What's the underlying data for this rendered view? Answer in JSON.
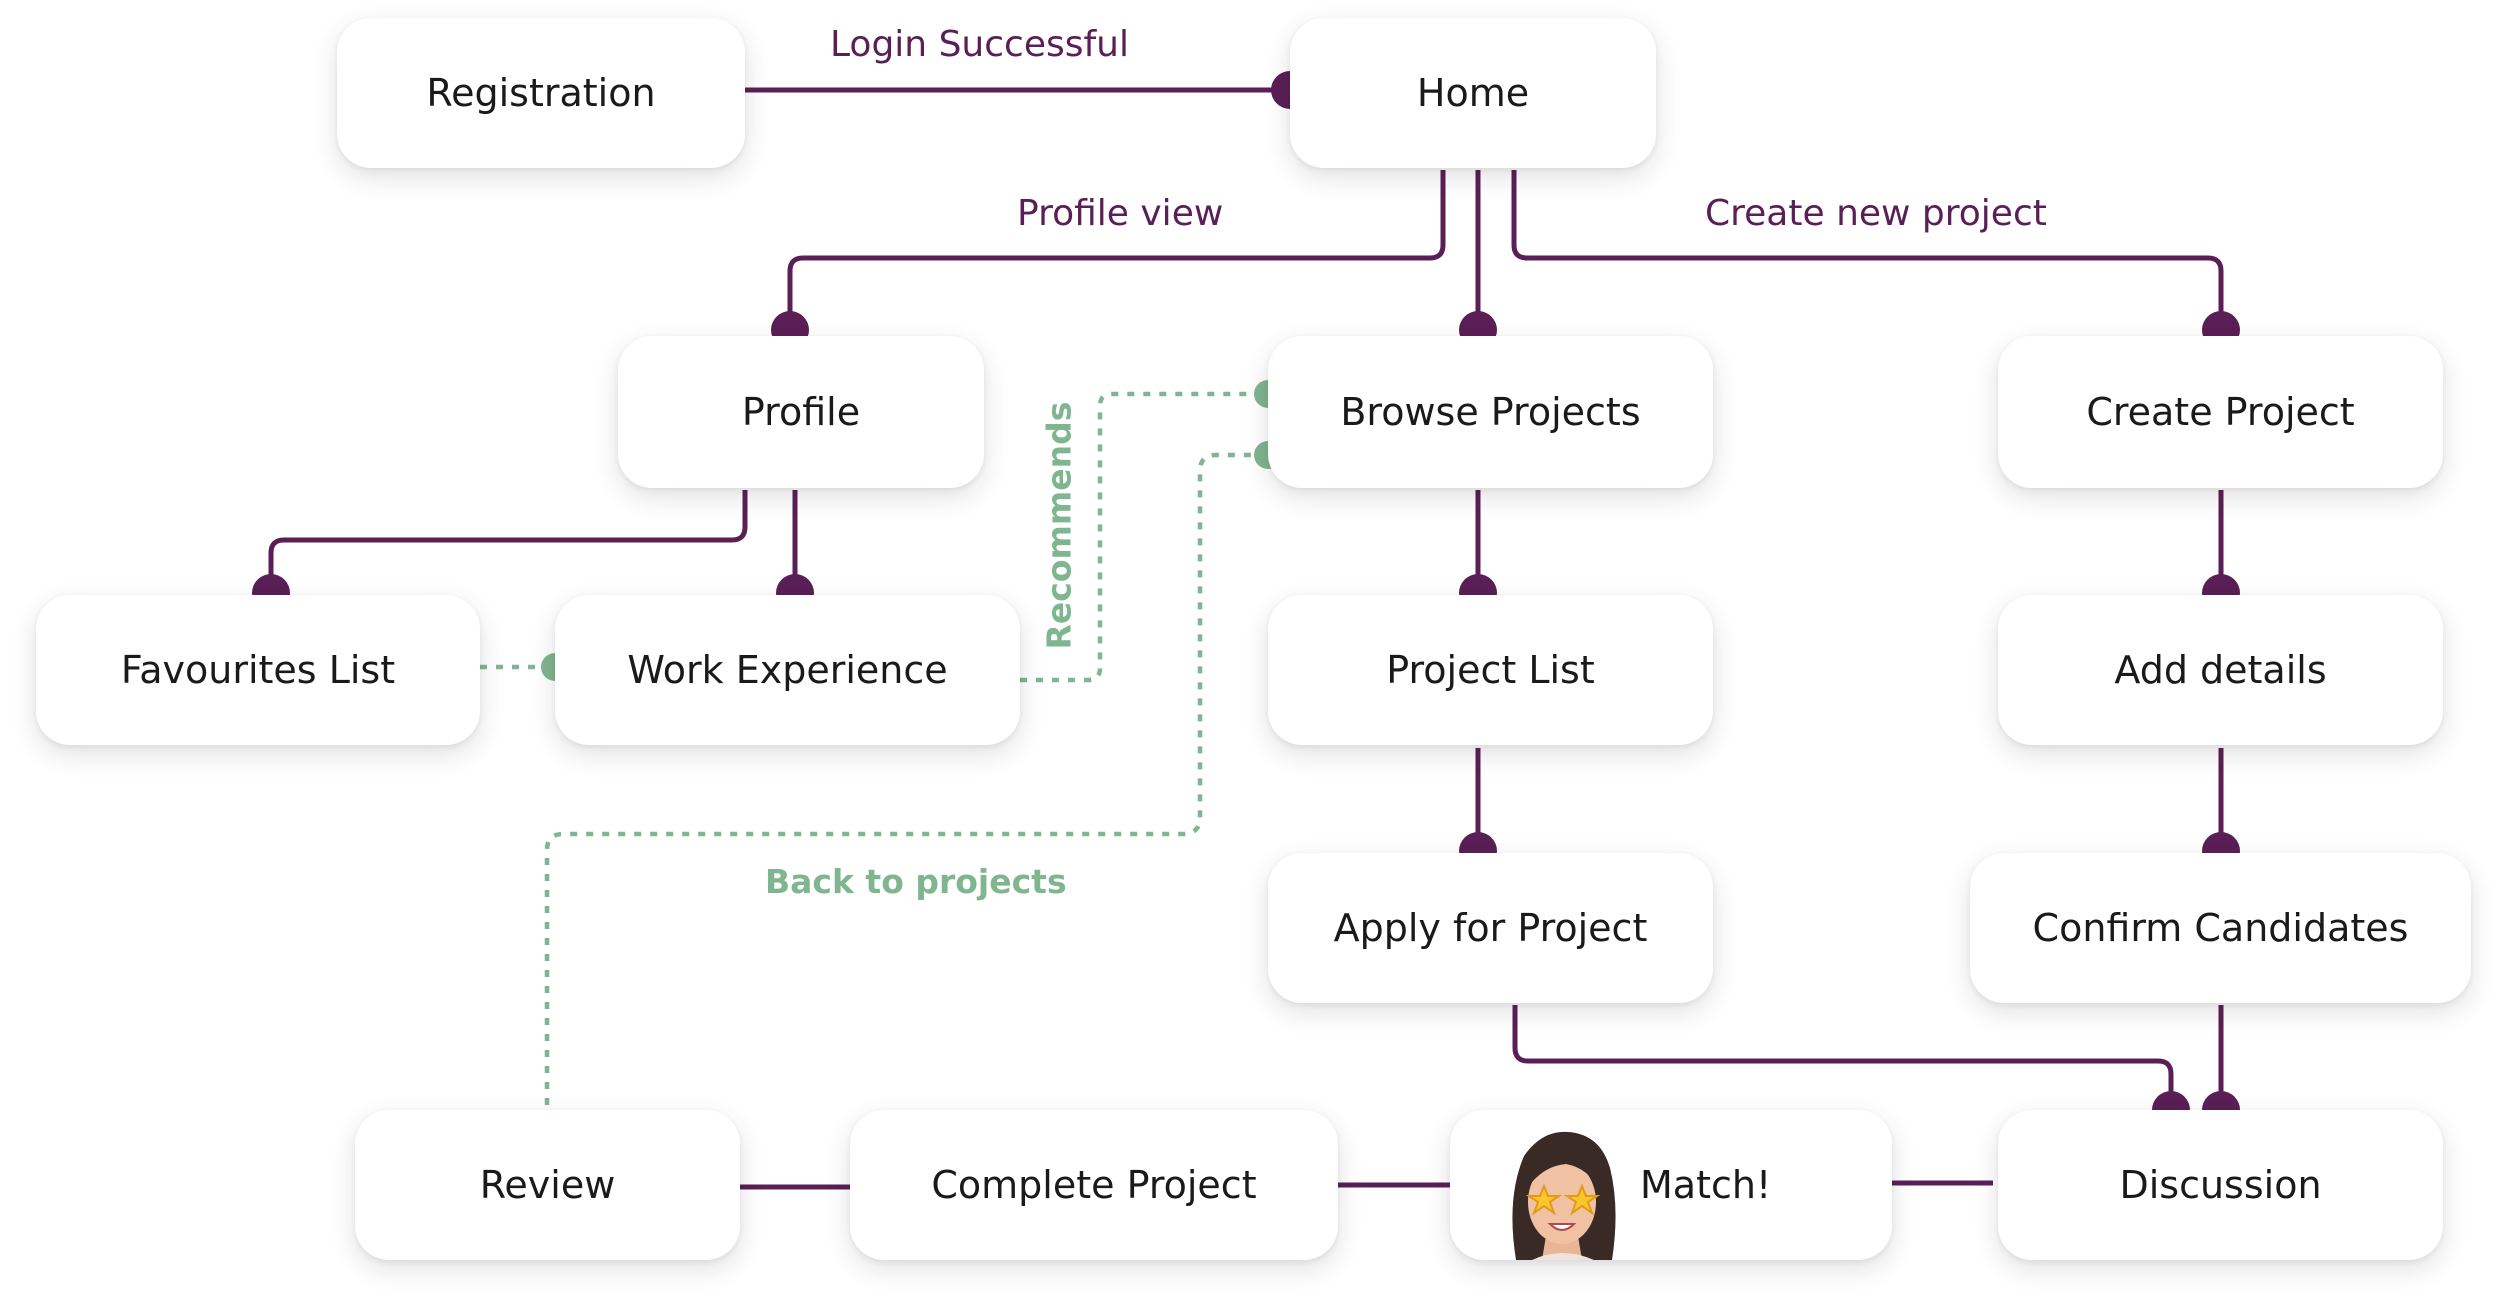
{
  "nodes": {
    "registration": "Registration",
    "home": "Home",
    "profile": "Profile",
    "browse_projects": "Browse Projects",
    "create_project": "Create Project",
    "favourites_list": "Favourites List",
    "work_experience": "Work Experience",
    "project_list": "Project List",
    "add_details": "Add details",
    "apply_for_project": "Apply for Project",
    "confirm_candidates": "Confirm Candidates",
    "review": "Review",
    "complete_project": "Complete Project",
    "match": "Match!",
    "discussion": "Discussion"
  },
  "edge_labels": {
    "login_successful": "Login Successful",
    "profile_view": "Profile view",
    "create_new_project": "Create new project",
    "recommends": "Recommends",
    "back_to_projects": "Back to projects"
  },
  "colors": {
    "connector": "#5a1f56",
    "dashed_connector": "#7fb58f",
    "node_text": "#1a1a1a"
  },
  "icons": {
    "match_avatar": "girl-with-star-eyes-emoji"
  }
}
